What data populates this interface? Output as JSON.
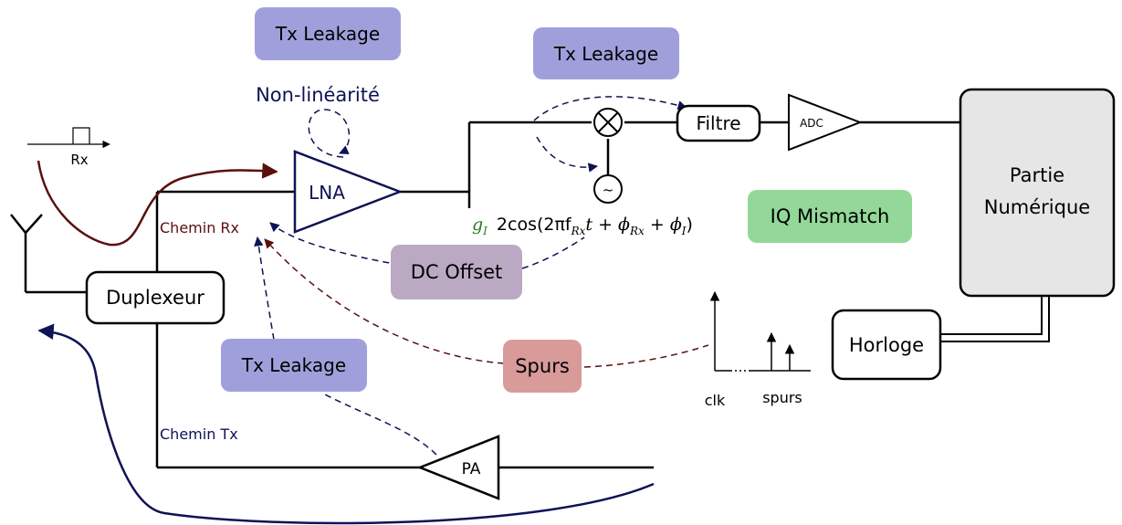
{
  "blocks": {
    "lna": "LNA",
    "pa": "PA",
    "adc": "ADC",
    "filtre": "Filtre",
    "duplexeur": "Duplexeur",
    "horloge": "Horloge",
    "partie_line1": "Partie",
    "partie_line2": "Numérique"
  },
  "paths": {
    "rx": "Chemin Rx",
    "tx": "Chemin Tx"
  },
  "signals": {
    "rx_pulse": "Rx",
    "clk": "clk",
    "spurs": "spurs",
    "gain": "g",
    "gain_sub": "I",
    "lo_expr": "2cos(2πf",
    "lo_sub": "Rx",
    "lo_expr2": "t + ϕ",
    "lo_sub2": "Rx",
    "lo_expr3": " + ϕ",
    "lo_sub3": "I",
    "lo_close": ")",
    "lo_symbol": "~",
    "mixer_symbol": "×"
  },
  "impairments": {
    "tx_leak_top": "Tx Leakage",
    "tx_leak_mixer": "Tx Leakage",
    "tx_leak_bottom": "Tx Leakage",
    "nonlin": "Non-linéarité",
    "dc_offset": "DC Offset",
    "iq_mismatch": "IQ Mismatch",
    "spurs": "Spurs"
  },
  "colors": {
    "tx_leakage": "#9fa0db",
    "dc_offset": "#bba9c4",
    "iq_mismatch": "#93d898",
    "spurs": "#d99a9a",
    "digital": "#e6e6e6",
    "rx_path": "#5a0f0f",
    "tx_path": "#0f1254",
    "gain_green": "#2a7a20"
  }
}
